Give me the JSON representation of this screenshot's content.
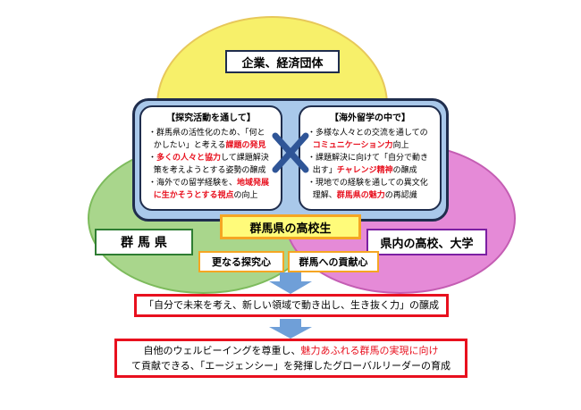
{
  "top": {
    "label": "企業、経済団体"
  },
  "left": {
    "label": "群 馬 県"
  },
  "right": {
    "label": "県内の高校、大学"
  },
  "panel_left": {
    "title": "【探究活動を通して】",
    "line1": "・群馬県の活性化のため、「何と",
    "line2a": "かしたい」と考える",
    "line2b": "課題の発見",
    "line3a": "・",
    "line3b": "多くの人々と協力",
    "line3c": "して課題解決",
    "line4": "策を考えようとする姿勢の醸成",
    "line5a": "・海外での留学経験を、",
    "line5b": "地域発展",
    "line6a": "に生かそうとする視点",
    "line6b": "の向上"
  },
  "panel_right": {
    "title": "【海外留学の中で】",
    "line1": "・多様な人々との交流を通しての",
    "line2a": "コミュニケーション力",
    "line2b": "向上",
    "line3": "・課題解決に向けて「自分で動き",
    "line4a": "出す」",
    "line4b": "チャレンジ精神",
    "line4c": "の醸成",
    "line5": "・現地での経験を通しての異文化",
    "line6a": "理解、",
    "line6b": "群馬県の魅力",
    "line6c": "の再認識"
  },
  "center_label": "群馬県の高校生",
  "sub_left": "更なる探究心",
  "sub_right": "群馬への貢献心",
  "outcome1": "「自分で未来を考え、新しい領域で動き出し、生き抜く力」の醸成",
  "outcome2_line1a": "自他のウェルビーイングを尊重し、",
  "outcome2_line1b": "魅力あふれる群馬の実現に向け",
  "outcome2_line2": "て貢献できる、「エージェンシー」を発揮したグローバルリーダーの育成",
  "colors": {
    "yellow": "#f7f06a",
    "green": "#a9d68c",
    "pink": "#e58ad7",
    "blue_panel": "#a9c8ea",
    "navy": "#1f2d4d",
    "red": "#e8101e",
    "orange": "#f5a623",
    "arrow_blue": "#6f9fd8"
  }
}
